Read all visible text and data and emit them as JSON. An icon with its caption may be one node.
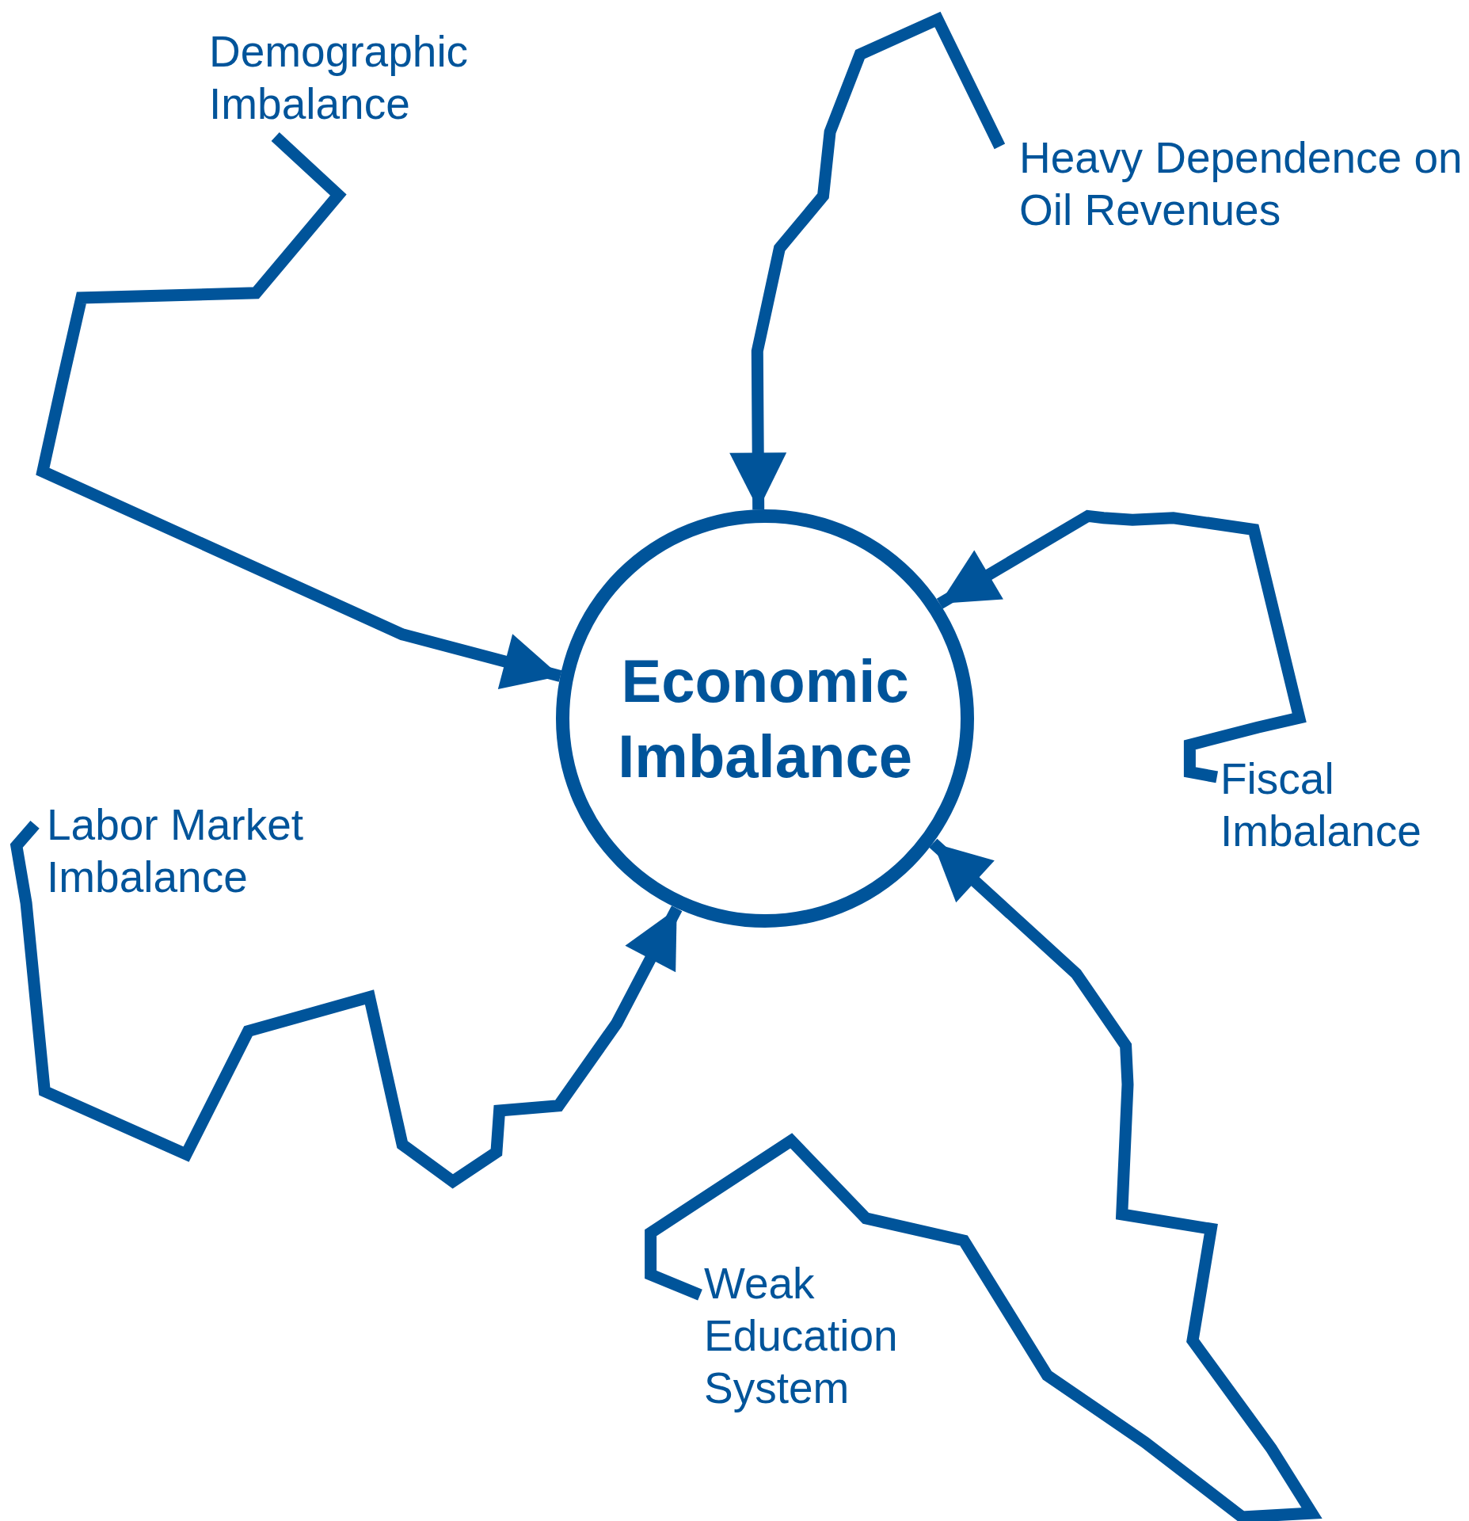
{
  "diagram": {
    "nodes": [
      {
        "text": [
          "Economic Imbalance"
        ]
      },
      {
        "text": [
          "Demographic Imbalance"
        ]
      },
      {
        "text": [
          "Heavy Dependence on Oil Revenues"
        ]
      },
      {
        "text": [
          "Fiscal Imbalance"
        ]
      },
      {
        "text": [
          "Weak Education System"
        ]
      },
      {
        "text": [
          "Labor Market Imbalance"
        ]
      }
    ],
    "edges": [
      {
        "from": 1,
        "to": 0,
        "arrow": "to"
      },
      {
        "from": 2,
        "to": 0,
        "arrow": "to"
      },
      {
        "from": 3,
        "to": 0,
        "arrow": "to"
      },
      {
        "from": 4,
        "to": 0,
        "arrow": "to"
      },
      {
        "from": 5,
        "to": 0,
        "arrow": "to"
      }
    ]
  }
}
